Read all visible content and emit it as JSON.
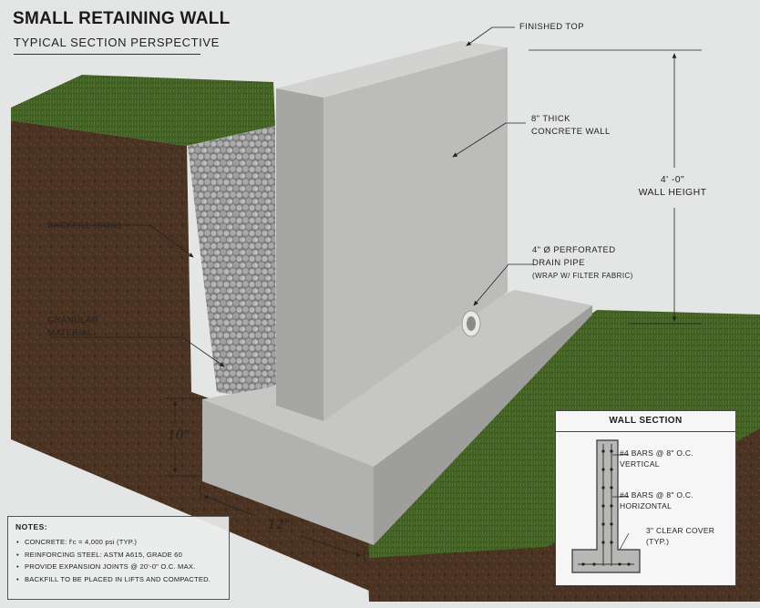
{
  "title": "SMALL RETAINING WALL",
  "subtitle": "TYPICAL SECTION PERSPECTIVE",
  "labels": {
    "finished_top": "FINISHED TOP",
    "wall_thickness_line1": "8\" THICK",
    "wall_thickness_line2": "CONCRETE WALL",
    "wall_height_line1": "4' -0\"",
    "wall_height_line2": "WALL HEIGHT",
    "drain_line1": "4\" Ø PERFORATED",
    "drain_line2": "DRAIN PIPE",
    "drain_line3": "(WRAP W/ FILTER FABRIC)",
    "backfill": "BACKFILL (SOIL)",
    "granular_line1": "GRANULAR",
    "granular_line2": "MATERIAL",
    "footing_height": "10\"",
    "footing_width": "12\""
  },
  "notes": {
    "heading": "NOTES:",
    "items": [
      "CONCRETE: f'c = 4,000 psi (TYP.)",
      "REINFORCING STEEL: ASTM A615, GRADE 60",
      "PROVIDE EXPANSION JOINTS @ 20'-0\" O.C. MAX.",
      "BACKFILL TO BE PLACED IN LIFTS AND COMPACTED."
    ]
  },
  "wall_section": {
    "heading": "WALL SECTION",
    "vertical_line1": "#4 BARS @ 8\" O.C.",
    "vertical_line2": "VERTICAL",
    "horizontal_line1": "#4 BARS @ 8\" O.C.",
    "horizontal_line2": "HORIZONTAL",
    "cover_line1": "3\" CLEAR COVER",
    "cover_line2": "(TYP.)"
  },
  "colors": {
    "background": "#e4e5e5",
    "soil": "#4a3322",
    "grass": "#3d5a22",
    "concrete": "#bcbcba",
    "gravel": "#8c8c8c"
  }
}
